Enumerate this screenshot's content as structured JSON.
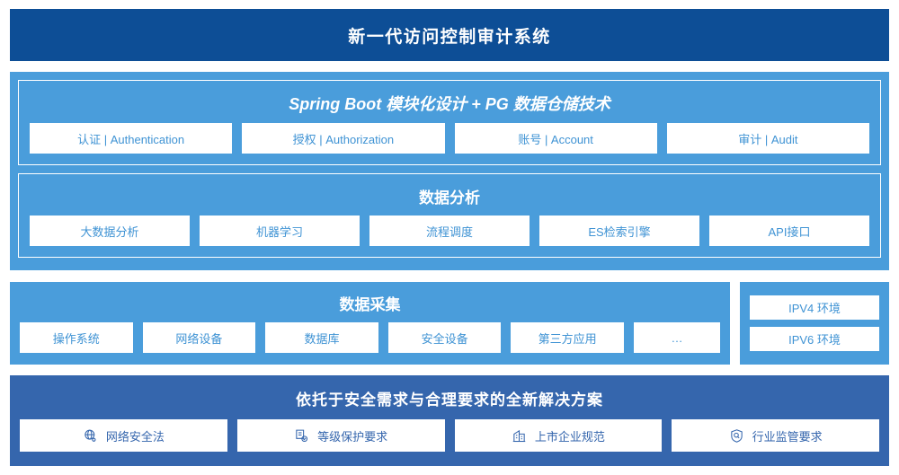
{
  "header": {
    "title": "新一代访问控制审计系统"
  },
  "platform": {
    "groups": [
      {
        "title": "Spring Boot 模块化设计 + PG 数据仓储技术",
        "items": [
          {
            "label": "认证 | Authentication"
          },
          {
            "label": "授权 | Authorization"
          },
          {
            "label": "账号 | Account"
          },
          {
            "label": "审计 | Audit"
          }
        ]
      },
      {
        "title": "数据分析",
        "items": [
          {
            "label": "大数据分析"
          },
          {
            "label": "机器学习"
          },
          {
            "label": "流程调度"
          },
          {
            "label": "ES检索引擎"
          },
          {
            "label": "API接口"
          }
        ]
      }
    ]
  },
  "collection": {
    "title": "数据采集",
    "items": [
      {
        "label": "操作系统"
      },
      {
        "label": "网络设备"
      },
      {
        "label": "数据库"
      },
      {
        "label": "安全设备"
      },
      {
        "label": "第三方应用"
      },
      {
        "label": "…"
      }
    ]
  },
  "environment": {
    "items": [
      {
        "label": "IPV4 环境"
      },
      {
        "label": "IPV6 环境"
      }
    ]
  },
  "compliance": {
    "title": "依托于安全需求与合理要求的全新解决方案",
    "items": [
      {
        "label": "网络安全法",
        "icon": "globe-network-icon"
      },
      {
        "label": "等级保护要求",
        "icon": "document-check-icon"
      },
      {
        "label": "上市企业规范",
        "icon": "bank-building-icon"
      },
      {
        "label": "行业监管要求",
        "icon": "shield-search-icon"
      }
    ]
  },
  "colors": {
    "header_navy": "#0d4e96",
    "panel_light_blue": "#4a9ddb",
    "compliance_blue": "#3566ad",
    "chip_text_blue": "#3f93d4",
    "chip_bg": "#ffffff"
  }
}
